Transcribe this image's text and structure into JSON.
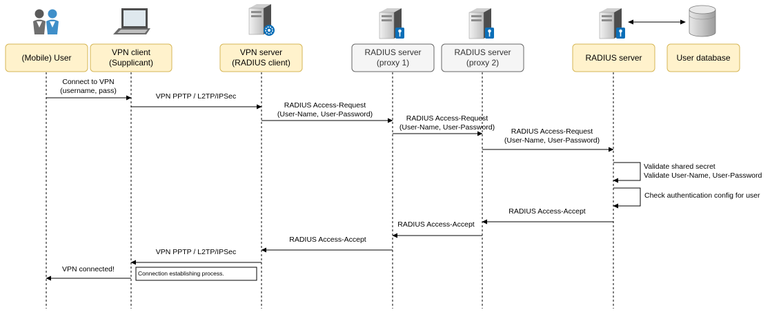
{
  "colors": {
    "actor_fill": "#fff2cc",
    "actor_stroke": "#d6b656",
    "proxy_fill": "#f5f5f5",
    "proxy_stroke": "#666666",
    "proxy_text": "#333333",
    "server_dark": "#4d4d4d",
    "server_light": "#e0e0e0",
    "key_blue": "#0b6fb8",
    "person_blue": "#3f8fc9"
  },
  "participants": [
    {
      "id": "user",
      "line1": "(Mobile) User",
      "line2": "",
      "style": "actor",
      "icon": "users-icon"
    },
    {
      "id": "vpn-client",
      "line1": "VPN client",
      "line2": "(Supplicant)",
      "style": "actor",
      "icon": "laptop-icon"
    },
    {
      "id": "vpn-server",
      "line1": "VPN server",
      "line2": "(RADIUS client)",
      "style": "actor",
      "icon": "server-gear-icon"
    },
    {
      "id": "radius-proxy-1",
      "line1": "RADIUS server",
      "line2": "(proxy 1)",
      "style": "proxy",
      "icon": "server-key-icon"
    },
    {
      "id": "radius-proxy-2",
      "line1": "RADIUS server",
      "line2": "(proxy 2)",
      "style": "proxy",
      "icon": "server-key-icon"
    },
    {
      "id": "radius-server",
      "line1": "RADIUS server",
      "line2": "",
      "style": "actor",
      "icon": "server-key-icon"
    },
    {
      "id": "user-database",
      "line1": "User database",
      "line2": "",
      "style": "actor",
      "icon": "database-icon"
    }
  ],
  "messages": [
    {
      "id": "connect-to-vpn",
      "line1": "Connect to VPN",
      "line2": "(username, pass)"
    },
    {
      "id": "vpn-pptp-request",
      "line1": "VPN PPTP / L2TP/IPSec",
      "line2": ""
    },
    {
      "id": "access-request-1",
      "line1": "RADIUS Access-Request",
      "line2": "(User-Name, User-Password)"
    },
    {
      "id": "access-request-2",
      "line1": "RADIUS Access-Request",
      "line2": "(User-Name, User-Password)"
    },
    {
      "id": "access-request-3",
      "line1": "RADIUS Access-Request",
      "line2": "(User-Name, User-Password)"
    },
    {
      "id": "validate",
      "line1": "Validate shared secret",
      "line2": "Validate User-Name, User-Password"
    },
    {
      "id": "check-config",
      "line1": "Check authentication config for user",
      "line2": ""
    },
    {
      "id": "access-accept-1",
      "line1": "RADIUS Access-Accept",
      "line2": ""
    },
    {
      "id": "access-accept-2",
      "line1": "RADIUS Access-Accept",
      "line2": ""
    },
    {
      "id": "access-accept-3",
      "line1": "RADIUS Access-Accept",
      "line2": ""
    },
    {
      "id": "vpn-pptp-response",
      "line1": "VPN PPTP / L2TP/IPSec",
      "line2": ""
    },
    {
      "id": "vpn-connected",
      "line1": "VPN connected!",
      "line2": ""
    }
  ],
  "note": {
    "text": "Connection establishing process."
  }
}
